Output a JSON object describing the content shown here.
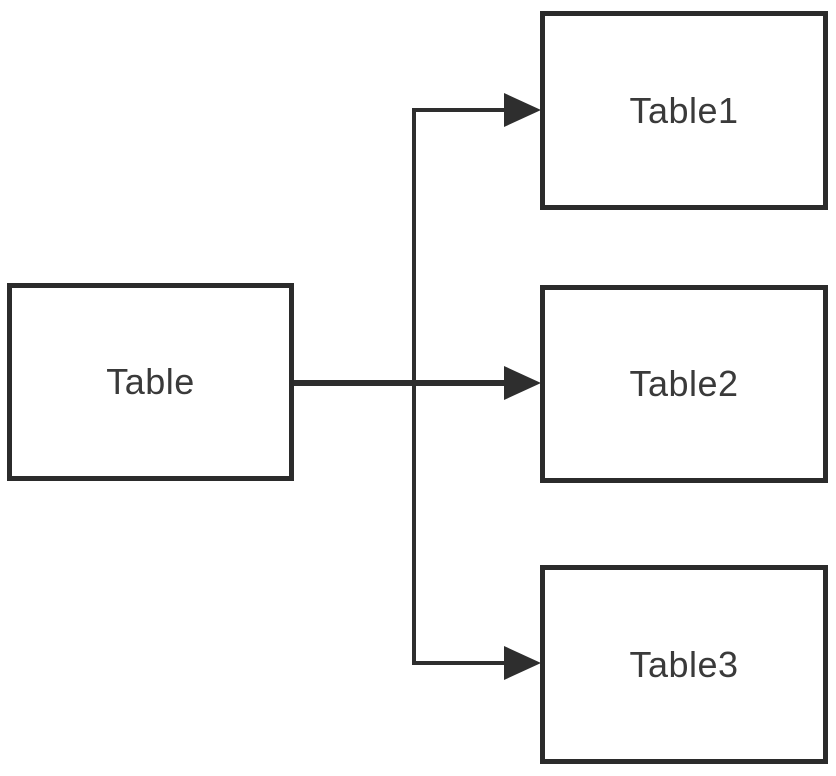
{
  "diagram": {
    "source": {
      "label": "Table"
    },
    "targets": [
      {
        "label": "Table1"
      },
      {
        "label": "Table2"
      },
      {
        "label": "Table3"
      }
    ],
    "edges": [
      {
        "from": "Table",
        "to": "Table1"
      },
      {
        "from": "Table",
        "to": "Table2"
      },
      {
        "from": "Table",
        "to": "Table3"
      }
    ],
    "colors": {
      "line": "#2e2e2e",
      "box_border": "#2b2b2b",
      "text": "#3a3a3a",
      "background": "#ffffff"
    }
  }
}
